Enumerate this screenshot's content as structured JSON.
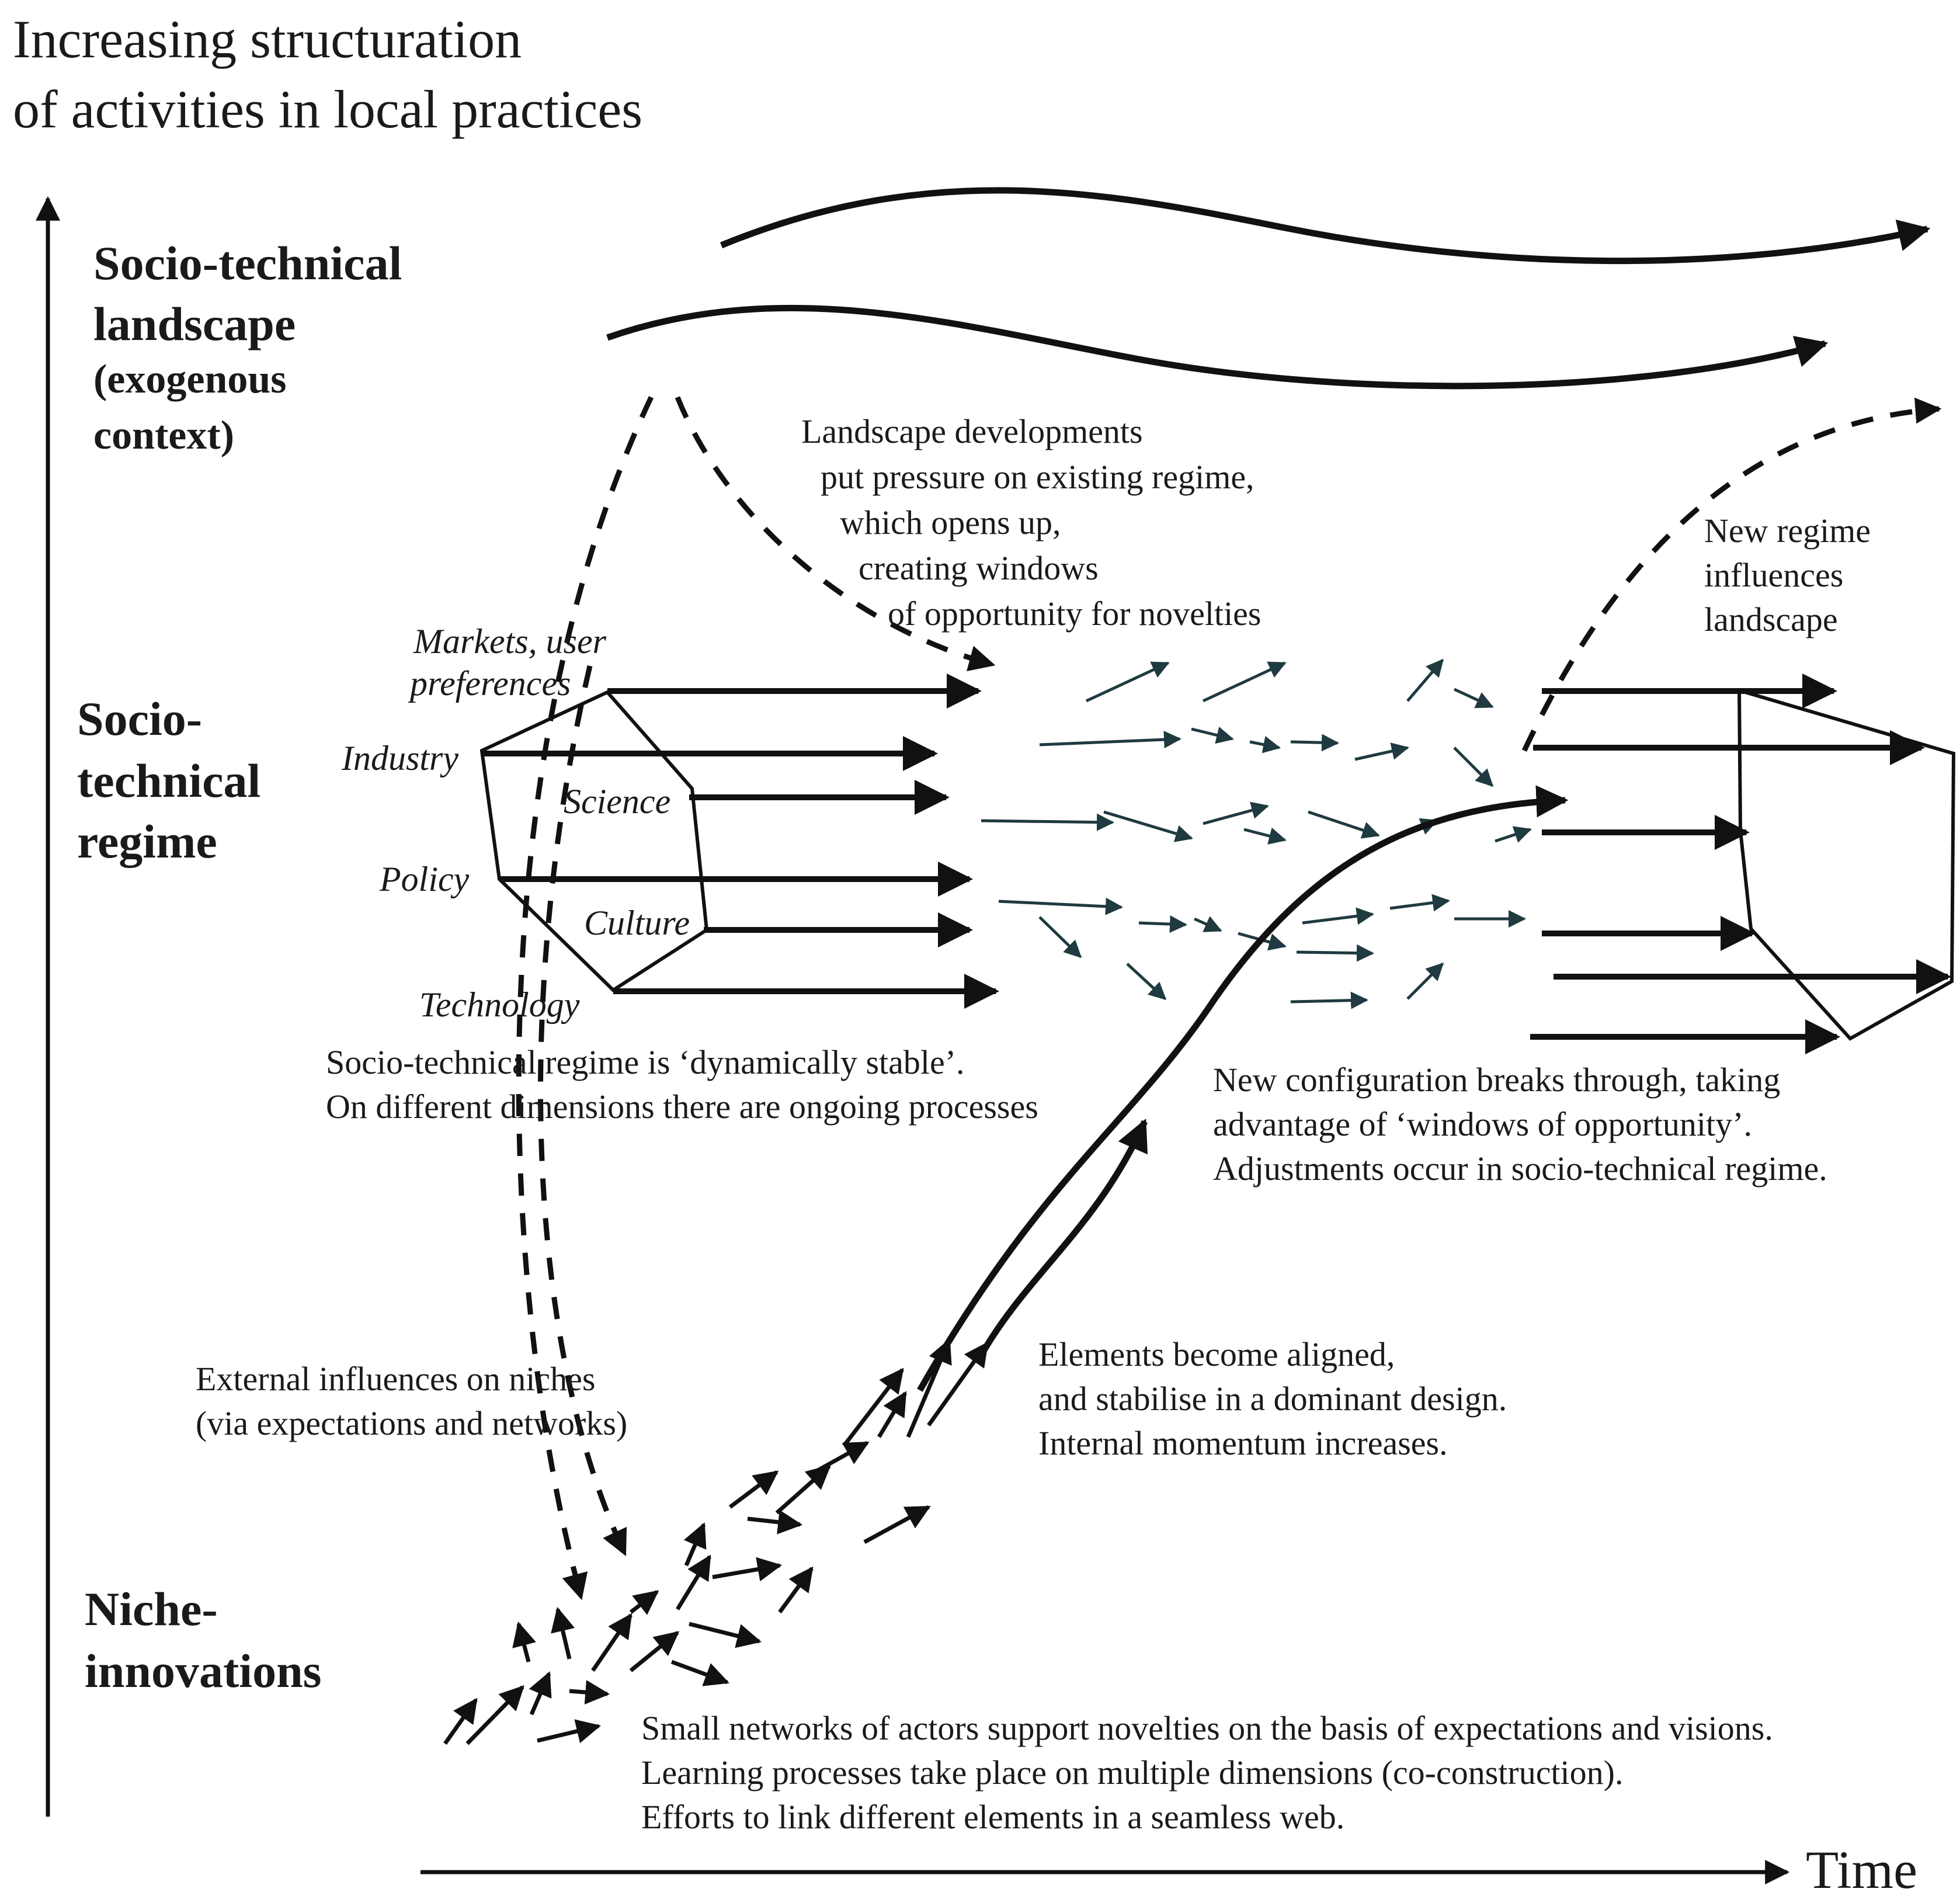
{
  "title": [
    "Increasing structuration",
    "of activities in local practices"
  ],
  "levels": {
    "landscape": [
      "Socio-technical",
      "landscape"
    ],
    "landscape_sub": [
      "(exogenous",
      "context)"
    ],
    "regime": [
      "Socio-",
      "technical",
      "regime"
    ],
    "niche": [
      "Niche-",
      "innovations"
    ]
  },
  "dimensions": {
    "markets": [
      "Markets, user",
      "preferences"
    ],
    "industry": "Industry",
    "science": "Science",
    "policy": "Policy",
    "culture": "Culture",
    "technology": "Technology"
  },
  "notes": {
    "landscape_pressure": [
      "Landscape  developments",
      "put pressure on existing regime,",
      "which opens up,",
      "creating windows",
      "of opportunity for novelties"
    ],
    "new_regime": [
      "New  regime",
      "influences",
      "landscape"
    ],
    "regime_stable": [
      "Socio-technical regime  is ‘dynamically stable’.",
      "On different dimensions there are ongoing processes"
    ],
    "breakthrough": [
      "New configuration breaks through, taking",
      "advantage of ‘windows of opportunity’.",
      "Adjustments occur in socio-technical regime."
    ],
    "external": [
      "External influences on niches",
      "(via expectations and networks)"
    ],
    "aligned": [
      "Elements become aligned,",
      "and stabilise in a dominant design.",
      "Internal momentum increases."
    ],
    "small_networks": [
      "Small networks of actors support novelties on the basis of expectations and visions.",
      "Learning processes take place on multiple dimensions (co-construction).",
      "Efforts to link different elements in a seamless web."
    ]
  },
  "axis": {
    "x_label": "Time"
  }
}
